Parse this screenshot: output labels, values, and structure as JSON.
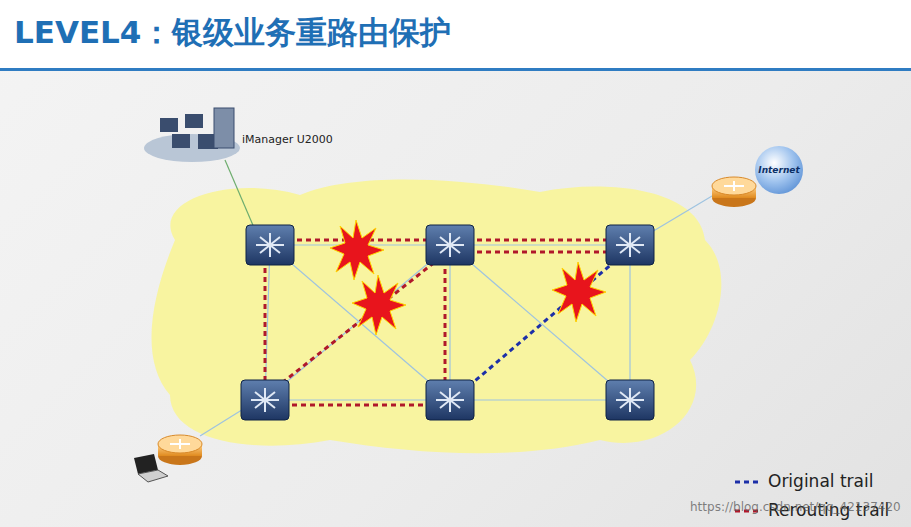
{
  "diagram": {
    "title": "LEVEL4：银级业务重路由保护",
    "nodes": [
      {
        "text": [
          "Internet"
        ]
      }
    ],
    "labels": [
      "iManager U2000",
      "https://blog.csdn.net/qq_42137420"
    ],
    "legend": [
      {
        "text": "Original trail"
      },
      {
        "text": "Rerouting trail"
      }
    ]
  }
}
